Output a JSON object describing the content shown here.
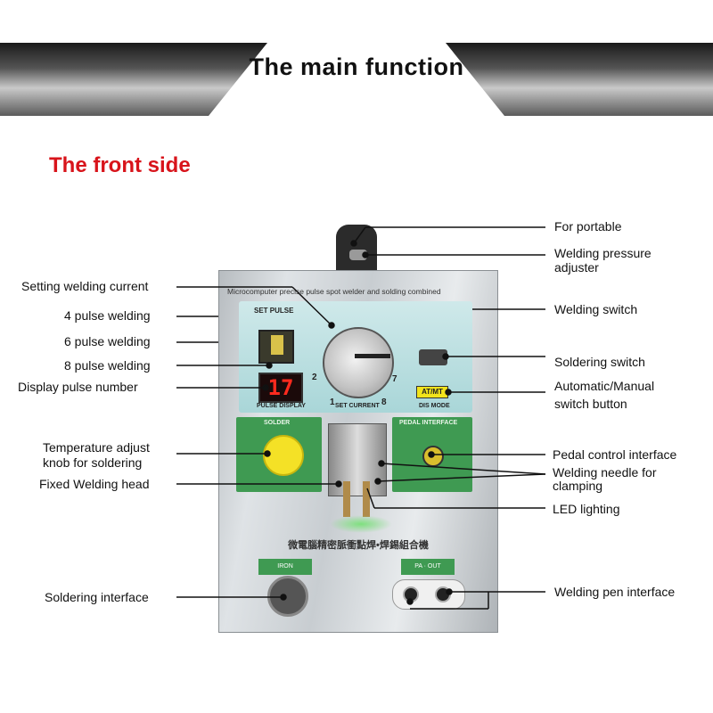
{
  "header": {
    "title": "The main function"
  },
  "section": {
    "title": "The front side"
  },
  "device": {
    "top_text": "Microcomputer precise pulse spot welder and solding combined",
    "set_pulse": "SET PULSE",
    "pulse_display_value": "17",
    "pulse_display_label": "PULSE DISPLAY",
    "set_current_label": "SET CURRENT",
    "dial_numbers": [
      "1",
      "2",
      "7",
      "8"
    ],
    "dis_mode_label": "DIS MODE",
    "at_mt": "AT/MT",
    "solder_title": "SOLDER",
    "pedal_title": "PEDAL INTERFACE",
    "chinese_text": "微電腦精密脈衝點焊•焊錫組合機",
    "iron_label": "IRON",
    "paout_label": "PA · OUT"
  },
  "labels_left": [
    "Setting welding current",
    "4 pulse welding",
    "6 pulse welding",
    "8 pulse welding",
    "Display pulse number",
    "Temperature adjust",
    "knob for soldering",
    "Fixed Welding head",
    "Soldering interface"
  ],
  "labels_right": [
    "For portable",
    "Welding pressure",
    "adjuster",
    "Welding switch",
    "Soldering switch",
    "Automatic/Manual",
    "switch button",
    "Pedal control interface",
    "Welding needle for",
    "clamping",
    "LED  lighting",
    "Welding pen interface"
  ],
  "colors": {
    "title_red": "#d8141b",
    "panel_green": "#3f9a52",
    "display_red": "#ff2a1e",
    "panel_teal": "#a9d6d8"
  }
}
